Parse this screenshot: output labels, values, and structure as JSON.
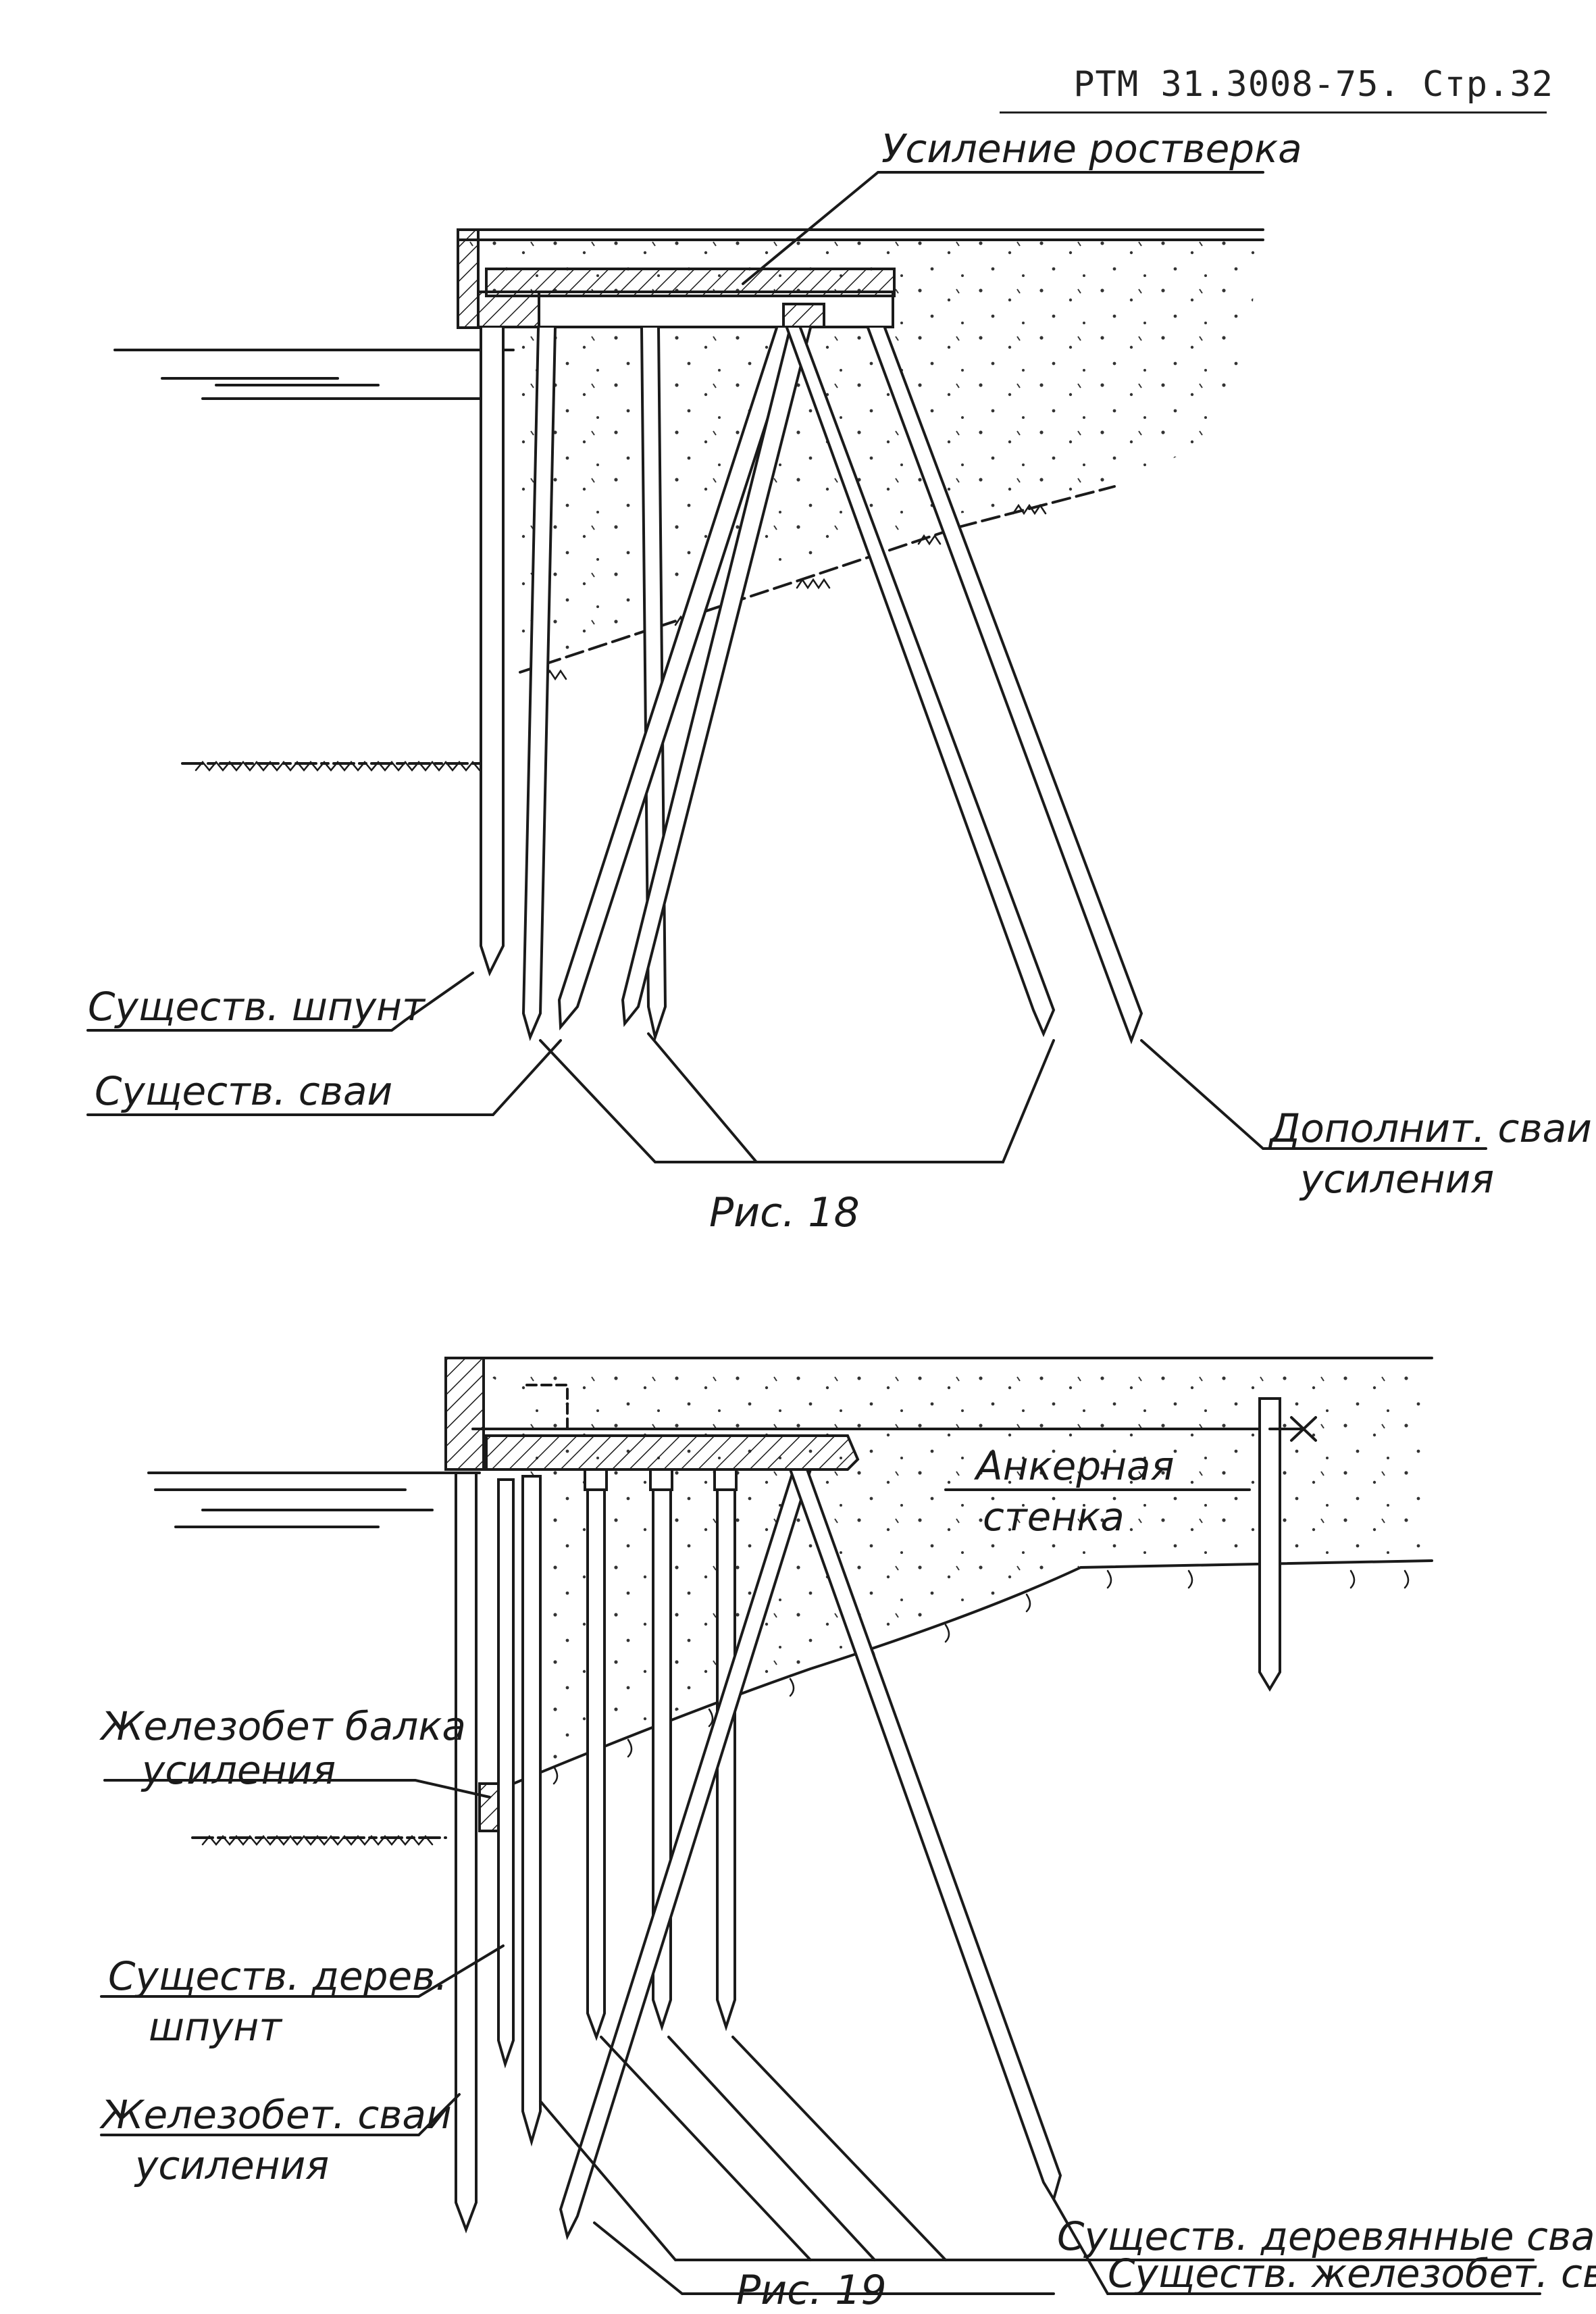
{
  "header": "РТМ 31.3008-75. Стр.32",
  "fig18": {
    "caption": "Рис. 18",
    "labels": {
      "cap_reinforcement": "Усиление ростверка",
      "existing_sheet_pile": "Существ. шпунт",
      "existing_piles": "Существ.   сваи",
      "additional_piles_1": "Дополнит. сваи",
      "additional_piles_2": "усиления"
    }
  },
  "fig19": {
    "caption": "Рис. 19",
    "labels": {
      "anchor_wall_1": "Анкерная",
      "anchor_wall_2": "стенка",
      "rc_beam_1": "Железобет балка",
      "rc_beam_2": "усиления",
      "wood_sheet_pile_1": "Существ. дерев.",
      "wood_sheet_pile_2": "шпунт",
      "rc_piles_reinf_1": "Железобет. сваи",
      "rc_piles_reinf_2": "усиления",
      "existing_wood_piles": "Существ. деревянные сваи",
      "existing_rc_piles": "Существ. железобет. сваи"
    }
  },
  "colors": {
    "ink": "#1a1a1a",
    "paper": "#ffffff"
  }
}
